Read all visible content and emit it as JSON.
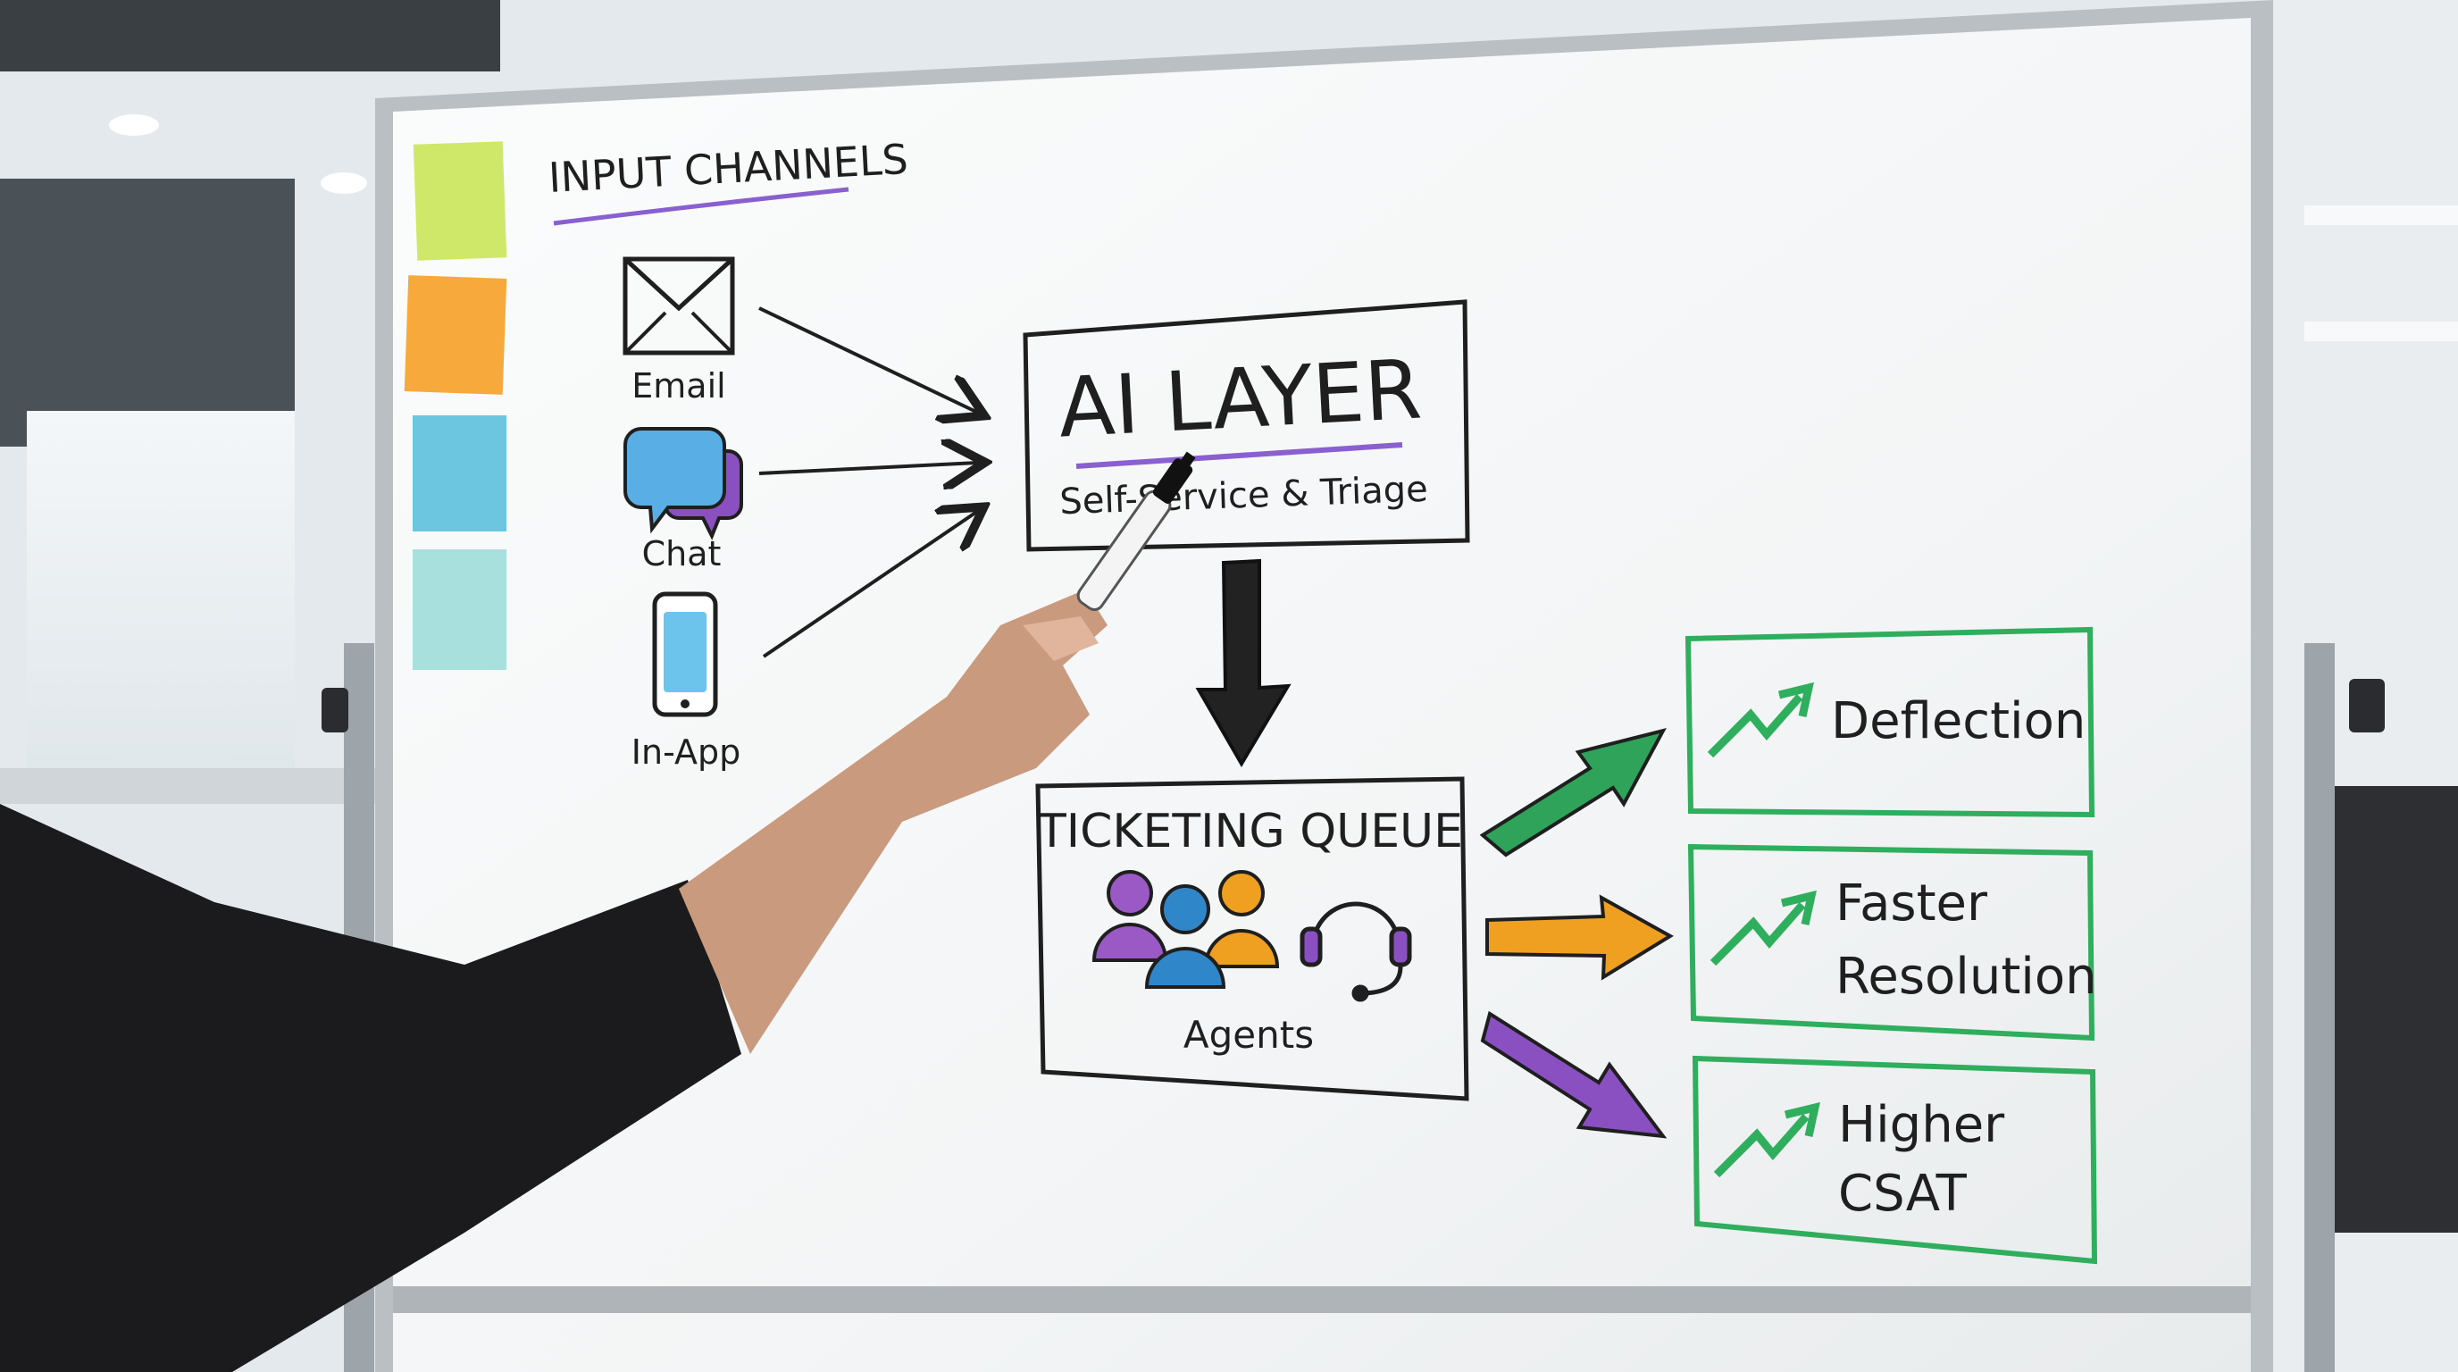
{
  "board": {
    "section_title": "INPUT CHANNELS",
    "channels": [
      {
        "label": "Email",
        "icon": "envelope-icon"
      },
      {
        "label": "Chat",
        "icon": "chat-bubbles-icon"
      },
      {
        "label": "In-App",
        "icon": "smartphone-icon"
      }
    ],
    "ai_layer": {
      "title": "AI LAYER",
      "subtitle": "Self-Service & Triage"
    },
    "queue": {
      "title": "TICKETING QUEUE",
      "caption": "Agents"
    },
    "outcomes": [
      {
        "lines": [
          "Deflection"
        ],
        "arrow_color": "#2fa35a"
      },
      {
        "lines": [
          "Faster",
          "Resolution"
        ],
        "arrow_color": "#f0a020"
      },
      {
        "lines": [
          "Higher",
          "CSAT"
        ],
        "arrow_color": "#8a4fc0"
      }
    ]
  },
  "colors": {
    "accent_purple": "#8a5fd0",
    "box_green": "#2fae5e",
    "sticky_notes": [
      "#cfe86a",
      "#f7a93c",
      "#6cc6e0",
      "#a8e0dd"
    ],
    "people": [
      "#9b59c6",
      "#2f86c8",
      "#f0a020"
    ],
    "headset": "#8a4fc0"
  }
}
